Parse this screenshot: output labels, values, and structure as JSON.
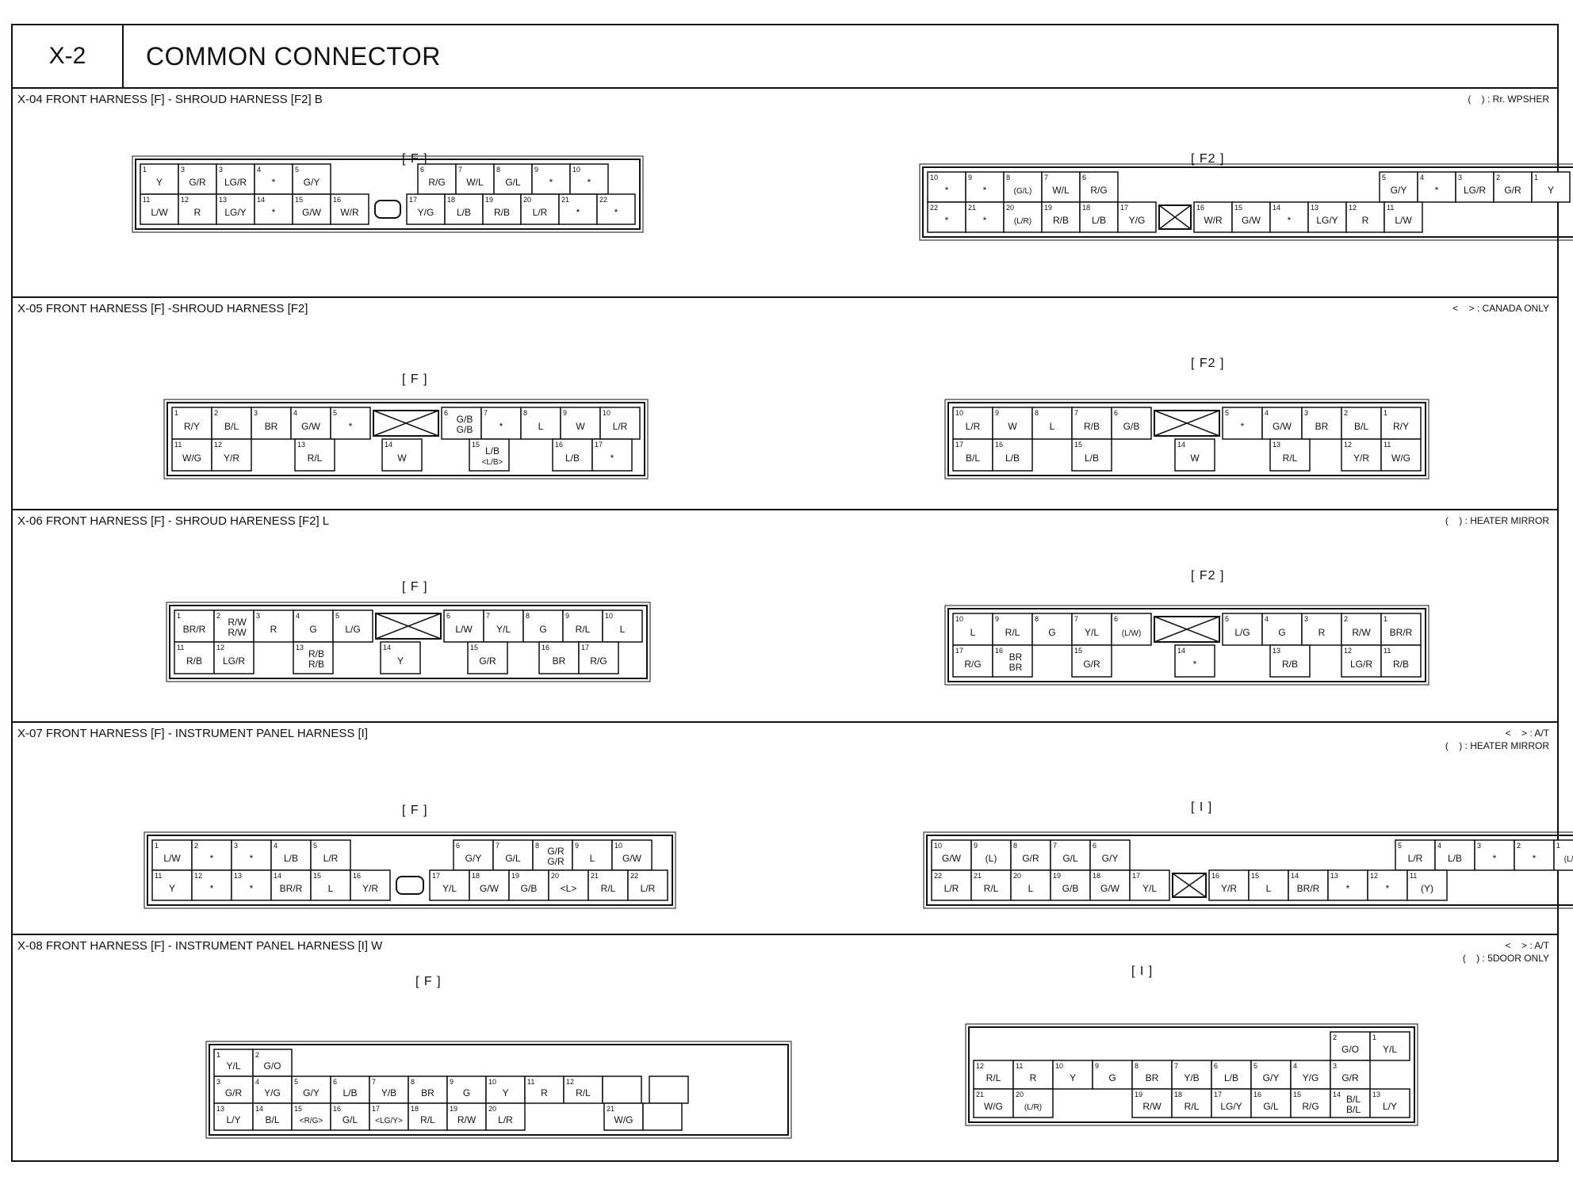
{
  "header": {
    "id": "X-2",
    "title": "COMMON CONNECTOR"
  },
  "sections": [
    {
      "id": "x04",
      "title": "X-04 FRONT HARNESS [F] - SHROUD HARNESS [F2] B",
      "notes": [
        "(    ) : Rr. WPSHER"
      ],
      "left": {
        "label": "[ F ]",
        "cells": [
          [
            "1",
            "Y"
          ],
          [
            "3",
            "G/R"
          ],
          [
            "3",
            "LG/R"
          ],
          [
            "4",
            "*"
          ],
          [
            "5",
            "G/Y"
          ],
          [
            "6",
            "R/G"
          ],
          [
            "7",
            "W/L"
          ],
          [
            "8",
            "G/L"
          ],
          [
            "9",
            "*"
          ],
          [
            "10",
            "*"
          ],
          [
            "11",
            "L/W"
          ],
          [
            "12",
            "R"
          ],
          [
            "13",
            "LG/Y"
          ],
          [
            "14",
            "*"
          ],
          [
            "15",
            "G/W"
          ],
          [
            "16",
            "W/R"
          ],
          [
            "17",
            "Y/G"
          ],
          [
            "18",
            "L/B"
          ],
          [
            "19",
            "R/B"
          ],
          [
            "20",
            "L/R"
          ],
          [
            "21",
            "*"
          ],
          [
            "22",
            "*"
          ]
        ]
      },
      "right": {
        "label": "[ F2 ]",
        "cells": [
          [
            "10",
            "*"
          ],
          [
            "9",
            "*"
          ],
          [
            "8",
            "(G/L)"
          ],
          [
            "7",
            "W/L"
          ],
          [
            "6",
            "R/G"
          ],
          [
            "5",
            "G/Y"
          ],
          [
            "4",
            "*"
          ],
          [
            "3",
            "LG/R"
          ],
          [
            "2",
            "G/R"
          ],
          [
            "1",
            "Y"
          ],
          [
            "22",
            "*"
          ],
          [
            "21",
            "*"
          ],
          [
            "20",
            "(L/R)"
          ],
          [
            "19",
            "R/B"
          ],
          [
            "18",
            "L/B"
          ],
          [
            "17",
            "Y/G"
          ],
          [
            "16",
            "W/R"
          ],
          [
            "15",
            "G/W"
          ],
          [
            "14",
            "*"
          ],
          [
            "13",
            "LG/Y"
          ],
          [
            "12",
            "R"
          ],
          [
            "11",
            "L/W"
          ]
        ]
      }
    },
    {
      "id": "x05",
      "title": "X-05 FRONT HARNESS [F] -SHROUD HARNESS [F2]",
      "notes": [
        "<    > : CANADA ONLY"
      ],
      "left": {
        "label": "[ F ]",
        "cells": [
          [
            "1",
            "R/Y"
          ],
          [
            "2",
            "B/L"
          ],
          [
            "3",
            "BR"
          ],
          [
            "4",
            "G/W"
          ],
          [
            "5",
            "*"
          ],
          [
            "6",
            "G/B"
          ],
          [
            "6b",
            "G/B"
          ],
          [
            "7",
            "*"
          ],
          [
            "8",
            "L"
          ],
          [
            "9",
            "W"
          ],
          [
            "10",
            "L/R"
          ],
          [
            "11",
            "W/G"
          ],
          [
            "12",
            "Y/R"
          ],
          [
            "13",
            "R/L"
          ],
          [
            "14",
            "W"
          ],
          [
            "15",
            "L/B"
          ],
          [
            "15b",
            "<L/B>"
          ],
          [
            "16",
            "L/B"
          ],
          [
            "17",
            "*"
          ]
        ]
      },
      "right": {
        "label": "[ F2 ]",
        "cells": [
          [
            "10",
            "L/R"
          ],
          [
            "9",
            "W"
          ],
          [
            "8",
            "L"
          ],
          [
            "7",
            "R/B"
          ],
          [
            "6",
            "G/B"
          ],
          [
            "5",
            "*"
          ],
          [
            "4",
            "G/W"
          ],
          [
            "3",
            "BR"
          ],
          [
            "2",
            "B/L"
          ],
          [
            "1",
            "R/Y"
          ],
          [
            "17",
            "B/L"
          ],
          [
            "16",
            "L/B"
          ],
          [
            "15",
            "L/B"
          ],
          [
            "14",
            "W"
          ],
          [
            "13",
            "R/L"
          ],
          [
            "12",
            "Y/R"
          ],
          [
            "11",
            "W/G"
          ]
        ]
      }
    },
    {
      "id": "x06",
      "title": "X-06 FRONT HARNESS [F] - SHROUD HARENESS [F2] L",
      "notes": [
        "(    ) : HEATER MIRROR"
      ],
      "left": {
        "label": "[ F ]",
        "cells": [
          [
            "1",
            "BR/R"
          ],
          [
            "2",
            "R/W"
          ],
          [
            "2b",
            "R/W"
          ],
          [
            "3",
            "R"
          ],
          [
            "4",
            "G"
          ],
          [
            "5",
            "L/G"
          ],
          [
            "6",
            "L/W"
          ],
          [
            "7",
            "Y/L"
          ],
          [
            "8",
            "G"
          ],
          [
            "9",
            "R/L"
          ],
          [
            "10",
            "L"
          ],
          [
            "11",
            "R/B"
          ],
          [
            "12",
            "LG/R"
          ],
          [
            "13",
            "R/B"
          ],
          [
            "13b",
            "R/B"
          ],
          [
            "14",
            "Y"
          ],
          [
            "15",
            "G/R"
          ],
          [
            "16",
            "BR"
          ],
          [
            "17",
            "R/G"
          ]
        ]
      },
      "right": {
        "label": "[ F2 ]",
        "cells": [
          [
            "10",
            "L"
          ],
          [
            "9",
            "R/L"
          ],
          [
            "8",
            "G"
          ],
          [
            "7",
            "Y/L"
          ],
          [
            "6",
            "(L/W)"
          ],
          [
            "5",
            "L/G"
          ],
          [
            "4",
            "G"
          ],
          [
            "3",
            "R"
          ],
          [
            "2",
            "R/W"
          ],
          [
            "1",
            "BR/R"
          ],
          [
            "17",
            "R/G"
          ],
          [
            "16",
            "BR"
          ],
          [
            "16b",
            "BR"
          ],
          [
            "15",
            "G/R"
          ],
          [
            "14",
            "*"
          ],
          [
            "13",
            "R/B"
          ],
          [
            "12",
            "LG/R"
          ],
          [
            "11",
            "R/B"
          ]
        ]
      }
    },
    {
      "id": "x07",
      "title": "X-07 FRONT HARNESS [F] - INSTRUMENT PANEL HARNESS [I]",
      "notes": [
        "<    > : A/T",
        "(    ) : HEATER MIRROR"
      ],
      "left": {
        "label": "[ F ]",
        "cells": [
          [
            "1",
            "L/W"
          ],
          [
            "2",
            "*"
          ],
          [
            "3",
            "*"
          ],
          [
            "4",
            "L/B"
          ],
          [
            "5",
            "L/R"
          ],
          [
            "6",
            "G/Y"
          ],
          [
            "7",
            "G/L"
          ],
          [
            "8",
            "G/R"
          ],
          [
            "8b",
            "G/R"
          ],
          [
            "9",
            "L"
          ],
          [
            "10",
            "G/W"
          ],
          [
            "11",
            "Y"
          ],
          [
            "12",
            "*"
          ],
          [
            "13",
            "*"
          ],
          [
            "14",
            "BR/R"
          ],
          [
            "15",
            "L"
          ],
          [
            "16",
            "Y/R"
          ],
          [
            "17",
            "Y/L"
          ],
          [
            "18",
            "G/W"
          ],
          [
            "19",
            "G/B"
          ],
          [
            "20",
            "<L>"
          ],
          [
            "21",
            "R/L"
          ],
          [
            "22",
            "L/R"
          ]
        ]
      },
      "right": {
        "label": "[ I ]",
        "cells": [
          [
            "10",
            "G/W"
          ],
          [
            "9",
            "(L)"
          ],
          [
            "8",
            "G/R"
          ],
          [
            "7",
            "G/L"
          ],
          [
            "6",
            "G/Y"
          ],
          [
            "5",
            "L/R"
          ],
          [
            "4",
            "L/B"
          ],
          [
            "3",
            "*"
          ],
          [
            "2",
            "*"
          ],
          [
            "1",
            "(L/W)"
          ],
          [
            "22",
            "L/R"
          ],
          [
            "21",
            "R/L"
          ],
          [
            "20",
            "L"
          ],
          [
            "19",
            "G/B"
          ],
          [
            "18",
            "G/W"
          ],
          [
            "17",
            "Y/L"
          ],
          [
            "16",
            "Y/R"
          ],
          [
            "15",
            "L"
          ],
          [
            "14",
            "BR/R"
          ],
          [
            "13",
            "*"
          ],
          [
            "12",
            "*"
          ],
          [
            "11",
            "(Y)"
          ]
        ]
      }
    },
    {
      "id": "x08",
      "title": "X-08 FRONT HARNESS [F] - INSTRUMENT PANEL HARNESS [I] W",
      "notes": [
        "<    > : A/T",
        "(    ) : 5DOOR ONLY"
      ],
      "left": {
        "label": "[ F ]",
        "cells": [
          [
            "1",
            "Y/L"
          ],
          [
            "2",
            "G/O"
          ],
          [
            "3",
            "G/R"
          ],
          [
            "4",
            "Y/G"
          ],
          [
            "5",
            "G/Y"
          ],
          [
            "6",
            "L/B"
          ],
          [
            "7",
            "Y/B"
          ],
          [
            "8",
            "BR"
          ],
          [
            "9",
            "G"
          ],
          [
            "10",
            "Y"
          ],
          [
            "11",
            "R"
          ],
          [
            "12",
            "R/L"
          ],
          [
            "13",
            "L/Y"
          ],
          [
            "14",
            "B/L"
          ],
          [
            "15",
            "<R/G>"
          ],
          [
            "16",
            "G/L"
          ],
          [
            "17",
            "<LG/Y>"
          ],
          [
            "18",
            "R/L"
          ],
          [
            "19",
            "R/W"
          ],
          [
            "20",
            "L/R"
          ],
          [
            "21",
            "W/G"
          ]
        ]
      },
      "right": {
        "label": "[ I ]",
        "cells": [
          [
            "2",
            "G/O"
          ],
          [
            "1",
            "Y/L"
          ],
          [
            "12",
            "R/L"
          ],
          [
            "11",
            "R"
          ],
          [
            "10",
            "Y"
          ],
          [
            "9",
            "G"
          ],
          [
            "8",
            "BR"
          ],
          [
            "7",
            "Y/B"
          ],
          [
            "6",
            "L/B"
          ],
          [
            "5",
            "G/Y"
          ],
          [
            "4",
            "Y/G"
          ],
          [
            "3",
            "G/R"
          ],
          [
            "21",
            "W/G"
          ],
          [
            "20",
            "(L/R)"
          ],
          [
            "19",
            "R/W"
          ],
          [
            "18",
            "R/L"
          ],
          [
            "17",
            "LG/Y"
          ],
          [
            "16",
            "G/L"
          ],
          [
            "15",
            "R/G"
          ],
          [
            "14",
            "B/L"
          ],
          [
            "14b",
            "B/L"
          ],
          [
            "13",
            "L/Y"
          ]
        ]
      }
    }
  ]
}
